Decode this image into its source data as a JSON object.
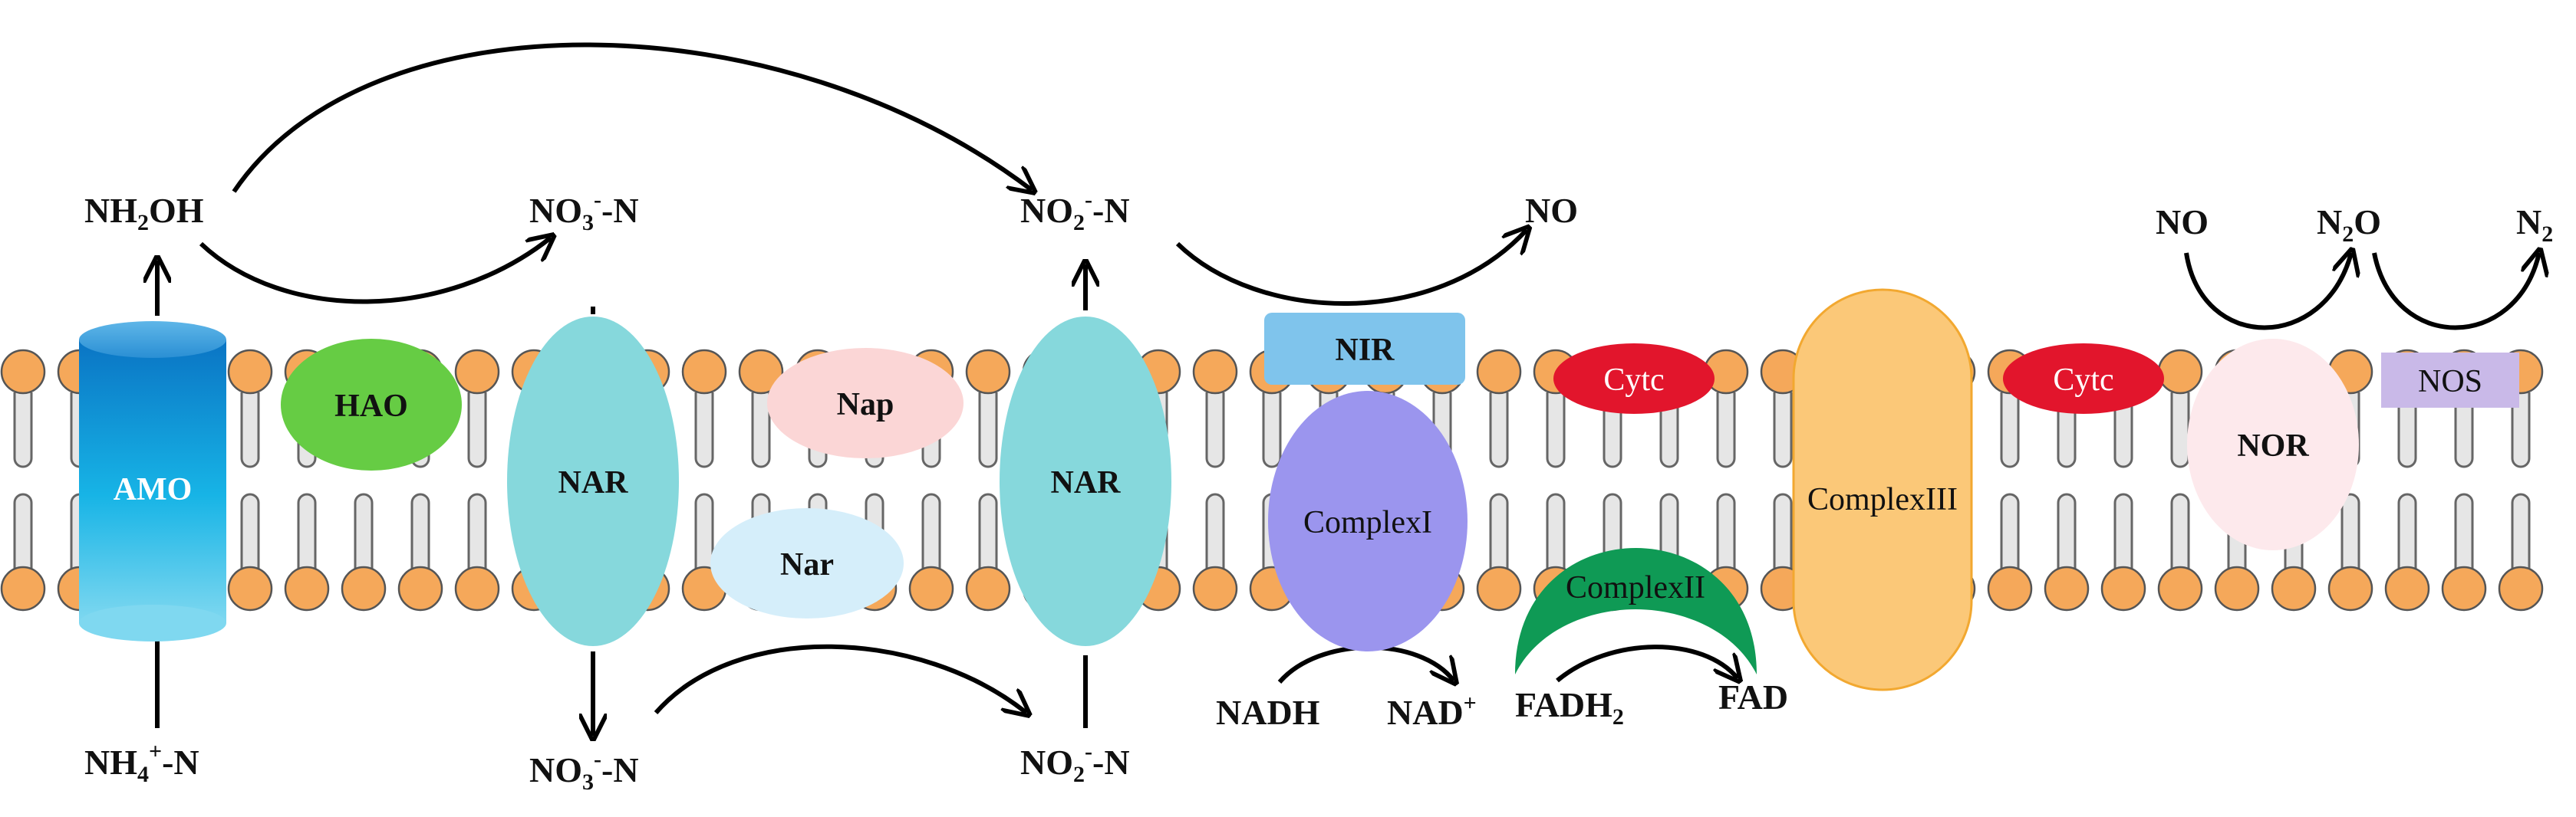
{
  "colors": {
    "amo_top": "#0a74c4",
    "amo_bottom": "#7fd8f0",
    "hao": "#66cc44",
    "nar": "#86d8dc",
    "nap": "#fbd6d6",
    "nar_small": "#d5eefa",
    "nir": "#7fc4ec",
    "complex1": "#9b95ee",
    "complex2": "#0f9a55",
    "complex3": "#fbc878",
    "cytc": "#e2152c",
    "nor": "#fde9ec",
    "nos": "#c9b9e8",
    "lipid_head": "#f5a85a",
    "lipid_tail": "#e6e6e6"
  },
  "proteins": {
    "amo": "AMO",
    "hao": "HAO",
    "nar_left": "NAR",
    "nap": "Nap",
    "nar_small": "Nar",
    "nar_right": "NAR",
    "nir": "NIR",
    "complex1": "ComplexI",
    "complex2": "ComplexII",
    "complex3": "ComplexIII",
    "cytc_left": "Cytc",
    "cytc_right": "Cytc",
    "nor": "NOR",
    "nos": "NOS"
  },
  "compounds": {
    "nh2oh": {
      "base": "NH",
      "sub": "2",
      "tail": "OH"
    },
    "no3_top": {
      "base": "NO",
      "sub": "3",
      "sup": "-",
      "tail": "-N"
    },
    "no2_top": {
      "base": "NO",
      "sub": "2",
      "sup": "-",
      "tail": "-N"
    },
    "no_top": "NO",
    "no_right": "NO",
    "n2o": {
      "base": "N",
      "sub": "2",
      "tail": "O"
    },
    "n2": {
      "base": "N",
      "sub": "2"
    },
    "nh4": {
      "base": "NH",
      "sub": "4",
      "sup": "+",
      "tail": "-N"
    },
    "no3_bottom": {
      "base": "NO",
      "sub": "3",
      "sup": "-",
      "tail": "-N"
    },
    "no2_bottom": {
      "base": "NO",
      "sub": "2",
      "sup": "-",
      "tail": "-N"
    },
    "nadh": "NADH",
    "nad": {
      "base": "NAD",
      "sup": "+"
    },
    "fadh2": {
      "base": "FADH",
      "sub": "2"
    },
    "fad": "FAD"
  }
}
